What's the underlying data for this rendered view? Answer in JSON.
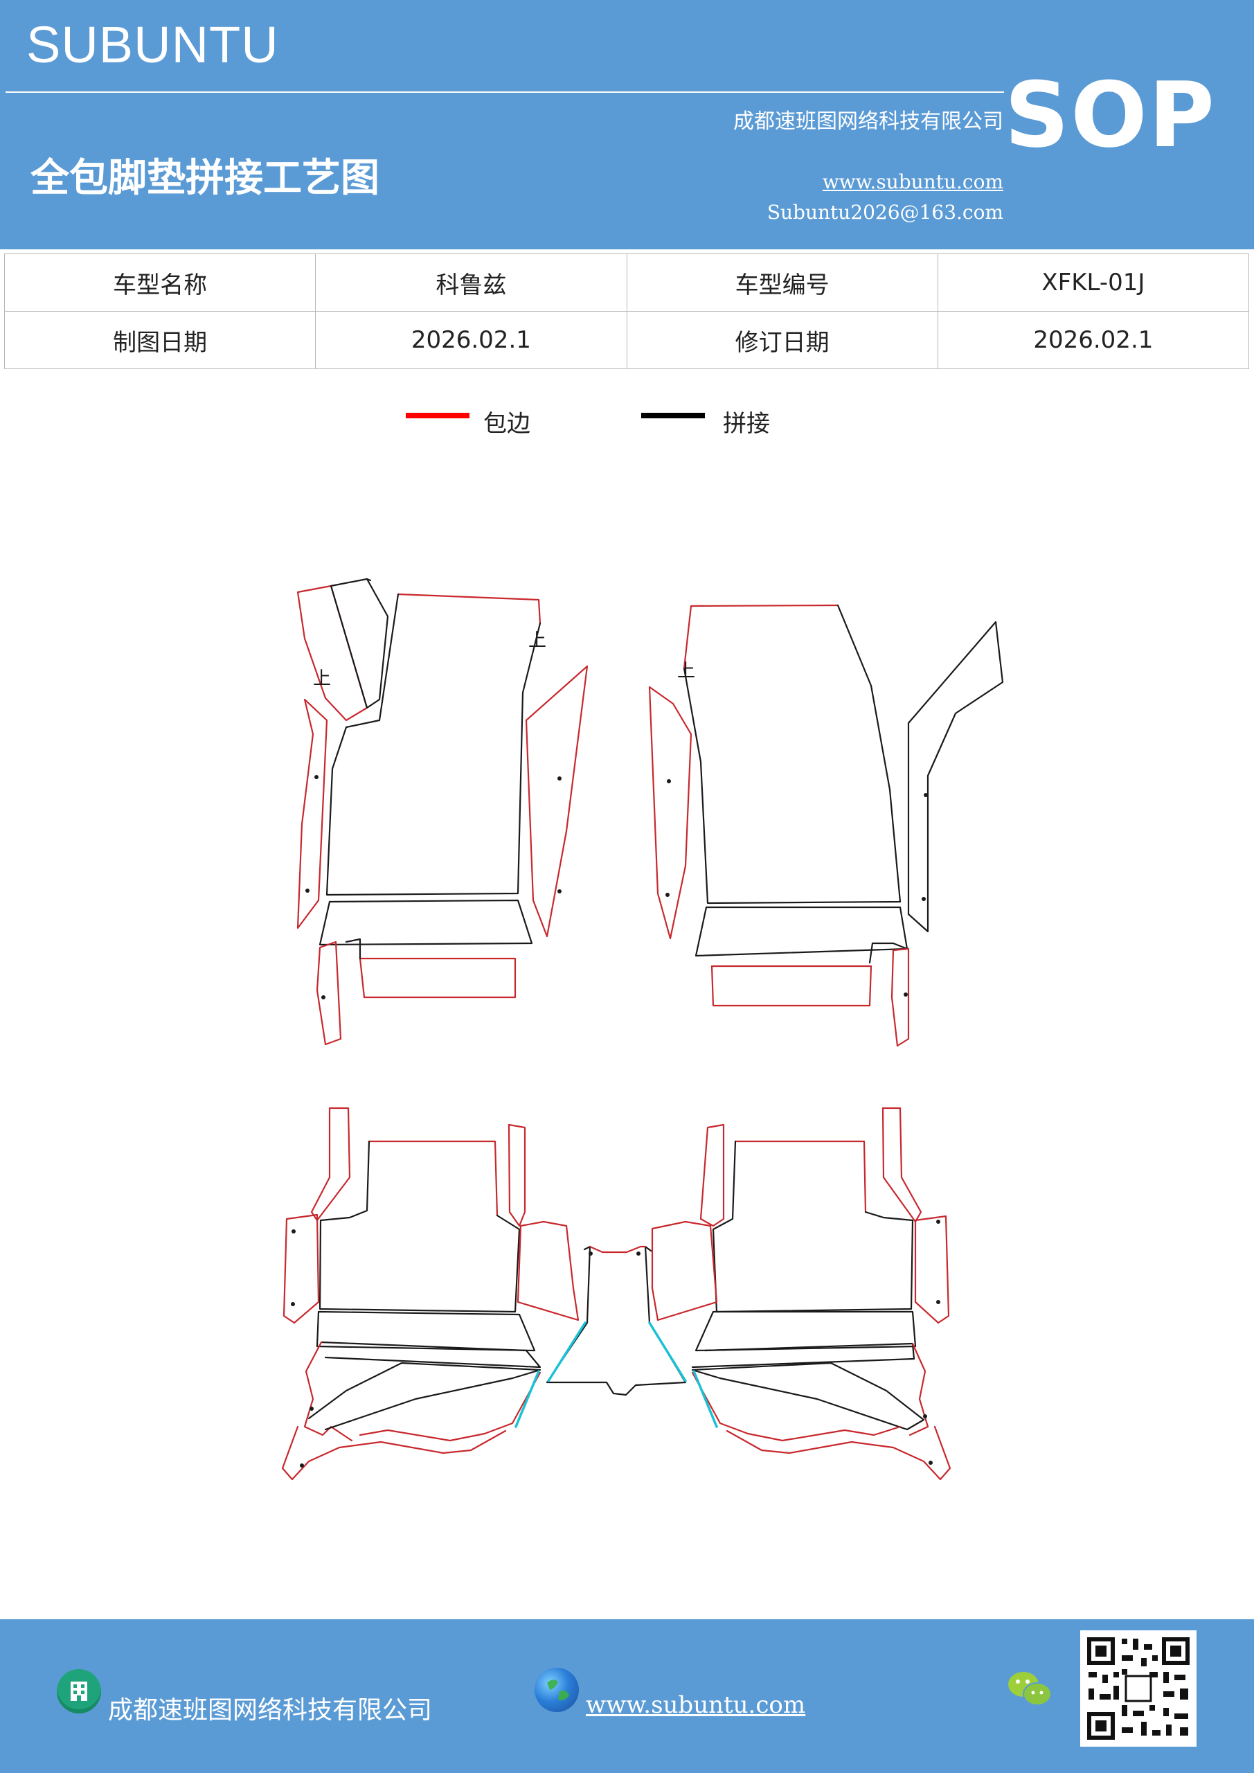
{
  "header": {
    "brand": "SUBUNTU",
    "company": "成都速班图网络科技有限公司",
    "title": "全包脚垫拼接工艺图",
    "website": "www.subuntu.com",
    "email": "Subuntu2026@163.com",
    "badge": "SOP"
  },
  "info_table": {
    "model_name_label": "车型名称",
    "model_name_value": "科鲁兹",
    "model_code_label": "车型编号",
    "model_code_value": "XFKL-01J",
    "draw_date_label": "制图日期",
    "draw_date_value": "2026.02.1",
    "revise_date_label": "修订日期",
    "revise_date_value": "2026.02.1"
  },
  "legend": {
    "edge_label": "包边",
    "edge_color": "#ff0000",
    "joint_label": "拼接",
    "joint_color": "#000000"
  },
  "drawing": {
    "edge_color": "#c8282d",
    "joint_color": "#1a1a1a",
    "cyan_color": "#19c1d6",
    "up_mark": "上"
  },
  "footer": {
    "company": "成都速班图网络科技有限公司",
    "website": "www.subuntu.com",
    "company_icon": "building-icon",
    "website_icon": "globe-icon",
    "wechat_icon": "wechat-icon",
    "qr_icon": "qr-code-icon"
  }
}
